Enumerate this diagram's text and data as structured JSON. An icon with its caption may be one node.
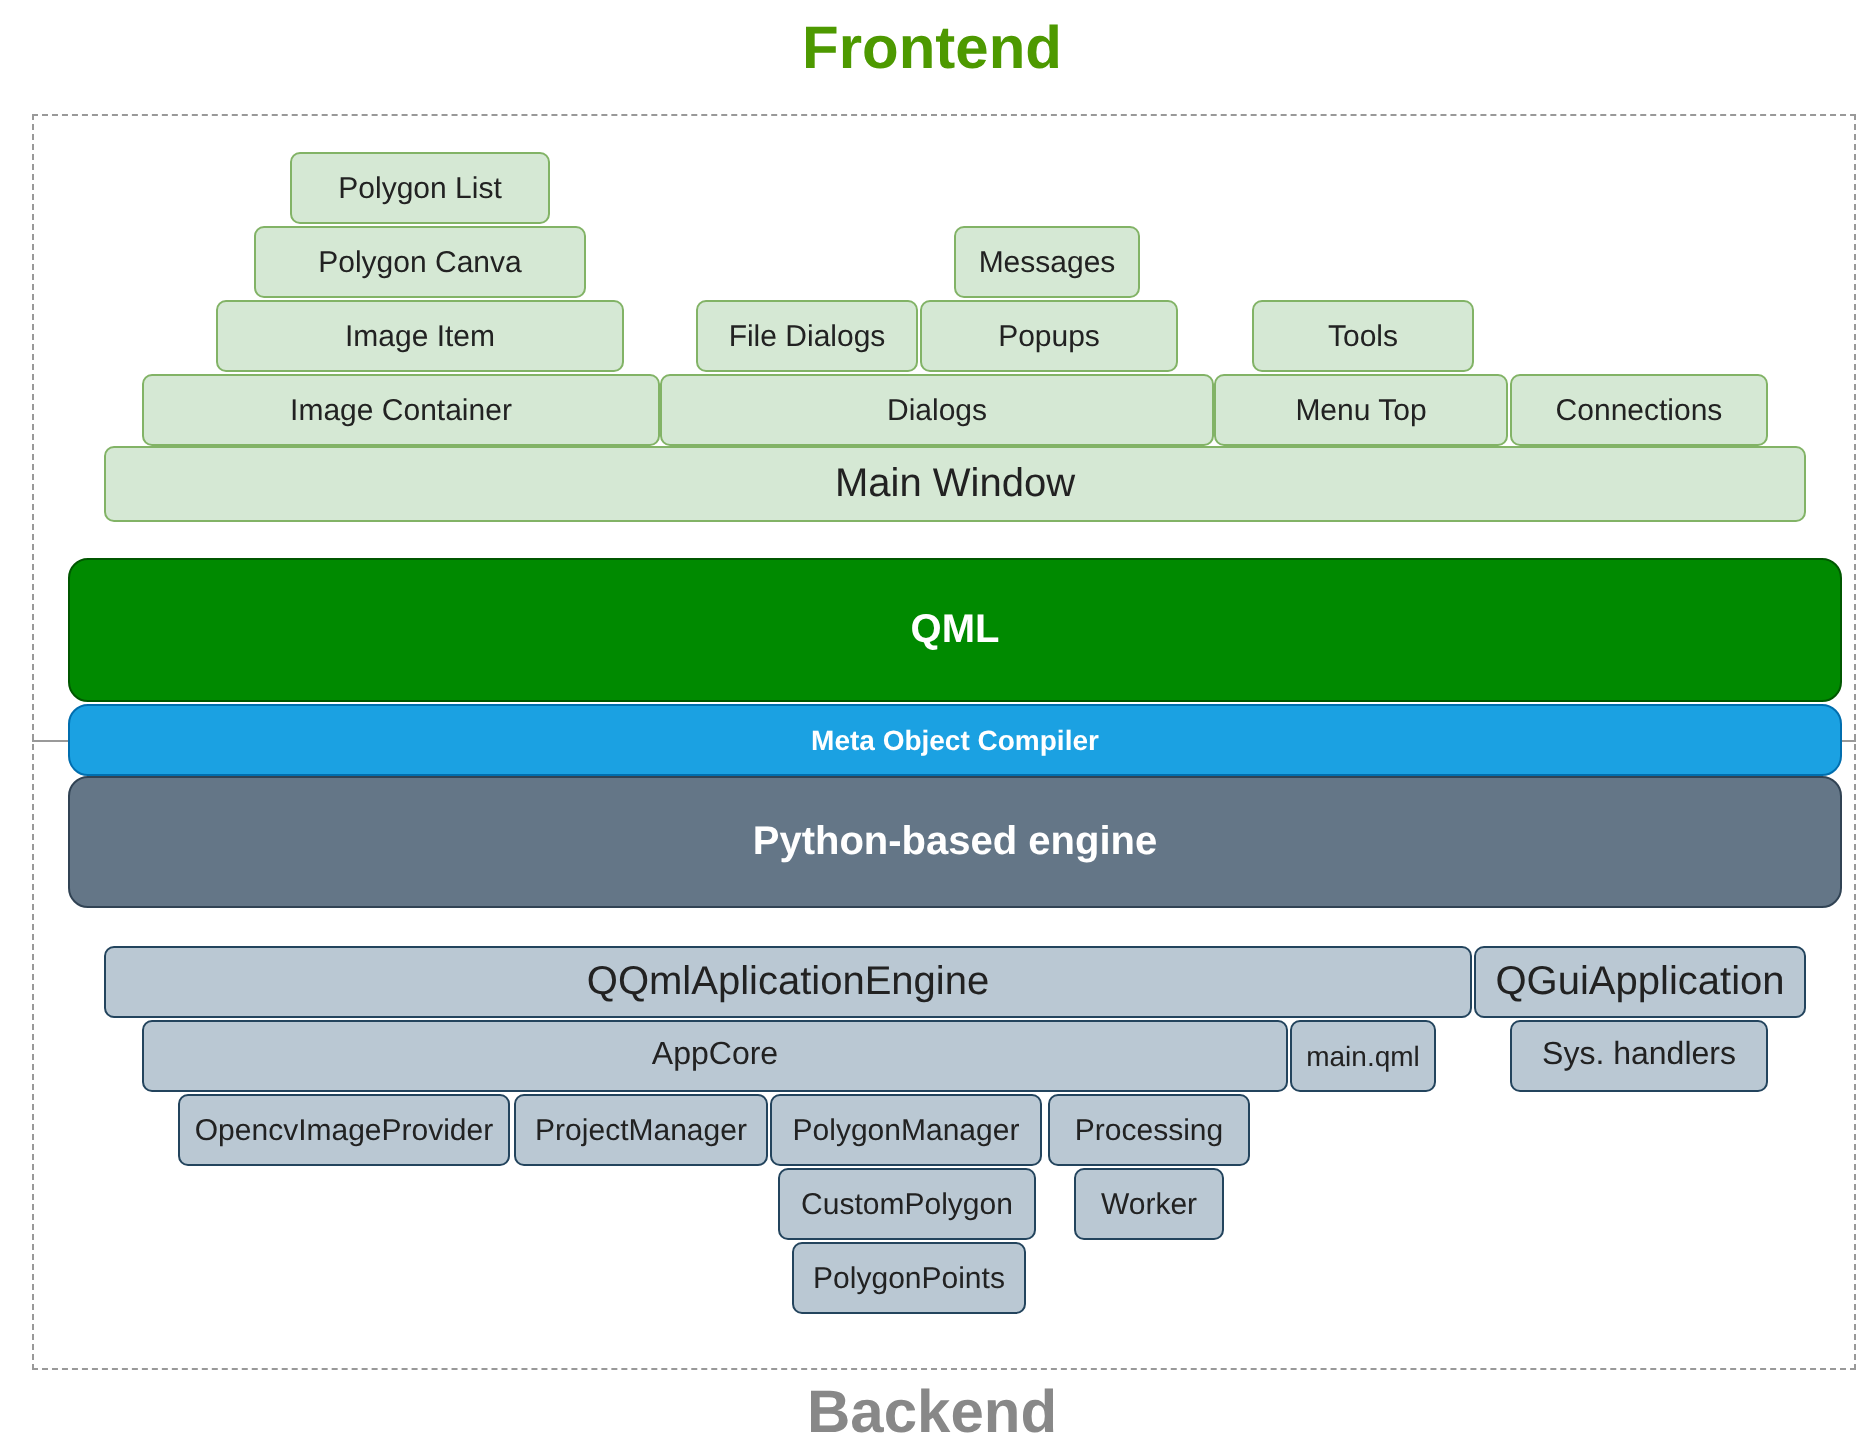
{
  "diagram": {
    "title": "Frontend",
    "caption": "Backend",
    "nodes": [
      {
        "text": [
          "Polygon List"
        ]
      },
      {
        "text": [
          "Polygon Canva"
        ]
      },
      {
        "text": [
          "Image Item"
        ]
      },
      {
        "text": [
          "Image Container"
        ]
      },
      {
        "text": [
          "Messages"
        ]
      },
      {
        "text": [
          "File Dialogs"
        ]
      },
      {
        "text": [
          "Popups"
        ]
      },
      {
        "text": [
          "Dialogs"
        ]
      },
      {
        "text": [
          "Tools"
        ]
      },
      {
        "text": [
          "Menu Top"
        ]
      },
      {
        "text": [
          "Connections"
        ]
      },
      {
        "text": [
          "Main Window"
        ]
      },
      {
        "text": [
          "QML"
        ]
      },
      {
        "text": [
          "Meta Object Compiler"
        ]
      },
      {
        "text": [
          "Python-based engine"
        ]
      },
      {
        "text": [
          "QQmlAplicationEngine"
        ]
      },
      {
        "text": [
          "QGuiApplication"
        ]
      },
      {
        "text": [
          "AppCore"
        ]
      },
      {
        "text": [
          "main.qml"
        ]
      },
      {
        "text": [
          "Sys. handlers"
        ]
      },
      {
        "text": [
          "OpencvImageProvider"
        ]
      },
      {
        "text": [
          "ProjectManager"
        ]
      },
      {
        "text": [
          "PolygonManager"
        ]
      },
      {
        "text": [
          "Processing"
        ]
      },
      {
        "text": [
          "CustomPolygon"
        ]
      },
      {
        "text": [
          "Worker"
        ]
      },
      {
        "text": [
          "PolygonPoints"
        ]
      }
    ]
  }
}
